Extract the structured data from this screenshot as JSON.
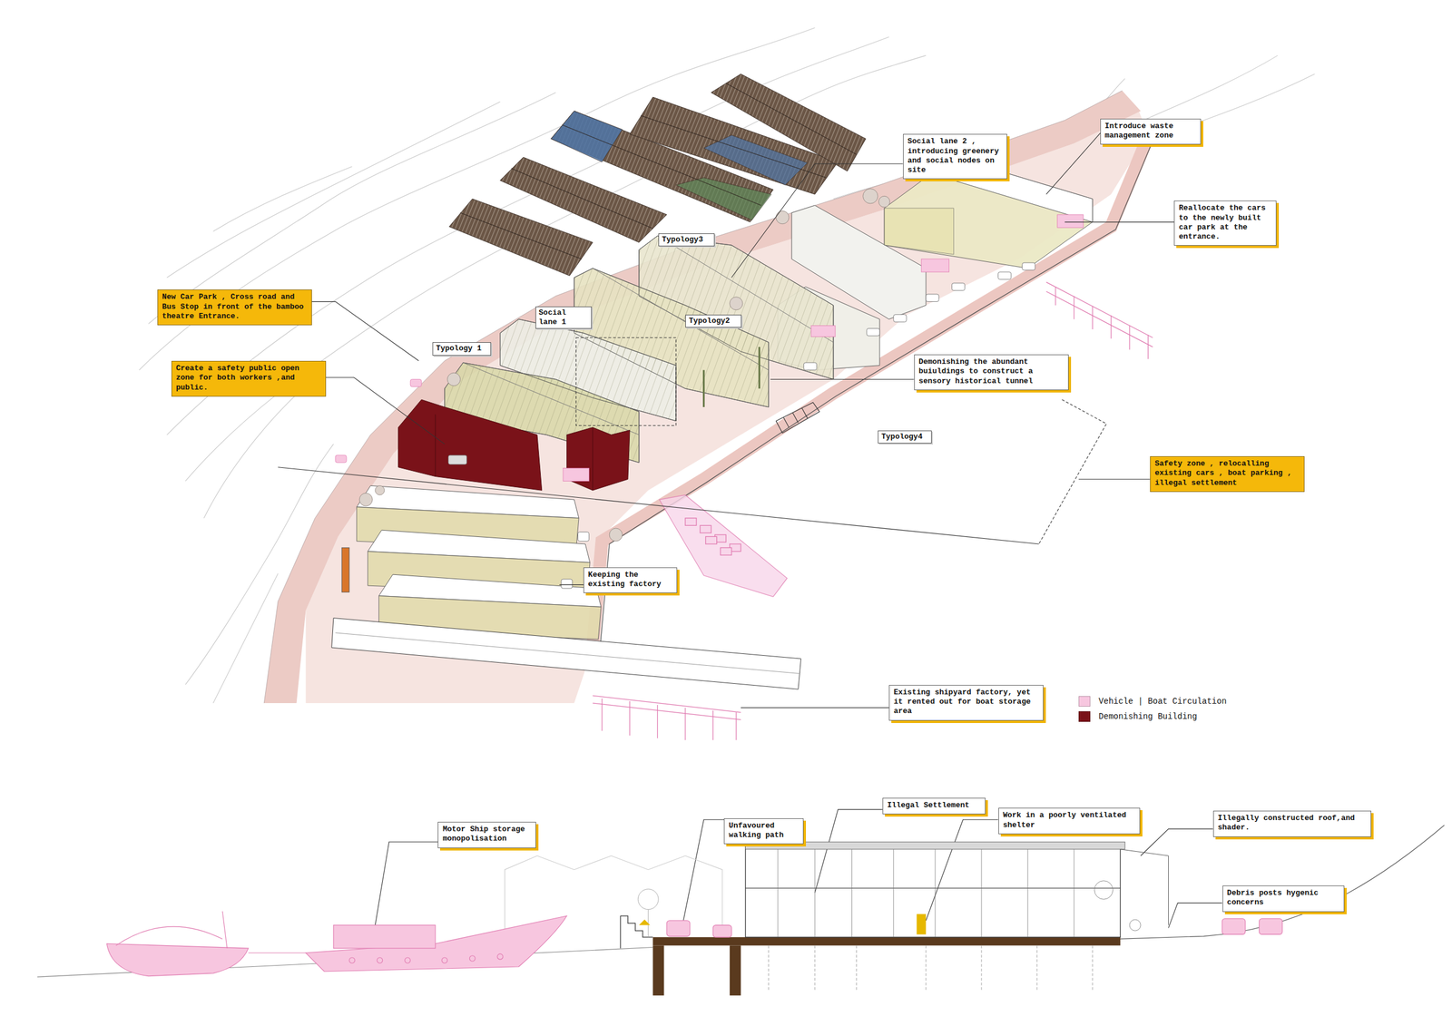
{
  "diagram": {
    "nodes": [
      {
        "text": [
          "Introduce waste management zone"
        ]
      },
      {
        "text": [
          "Social lane 2 , introducing greenery and social nodes on site"
        ]
      },
      {
        "text": [
          "Reallocate the cars to the newly built car park at the entrance."
        ]
      },
      {
        "text": [
          "Typology3"
        ]
      },
      {
        "text": [
          "New Car Park , Cross road and Bus Stop in front of the bamboo theatre Entrance."
        ]
      },
      {
        "text": [
          "Social lane 1"
        ]
      },
      {
        "text": [
          "Typology2"
        ]
      },
      {
        "text": [
          "Typology 1"
        ]
      },
      {
        "text": [
          "Create a safety public open zone for both workers ,and public."
        ]
      },
      {
        "text": [
          "Demonishing the abundant buiuldings to construct a sensory historical tunnel"
        ]
      },
      {
        "text": [
          "Typology4"
        ]
      },
      {
        "text": [
          "Safety zone , relocalling existing cars , boat parking , illegal settlement"
        ]
      },
      {
        "text": [
          "Keeping the existing factory"
        ]
      },
      {
        "text": [
          "Existing shipyard factory, yet it rented out for boat storage area"
        ]
      },
      {
        "text": [
          "Motor Ship storage monopolisation"
        ]
      },
      {
        "text": [
          "Unfavoured walking path"
        ]
      },
      {
        "text": [
          "Illegal Settlement"
        ]
      },
      {
        "text": [
          "Work in a poorly ventilated shelter"
        ]
      },
      {
        "text": [
          "Illegally constructed roof,and shader."
        ]
      },
      {
        "text": [
          "Debris posts hygenic concerns"
        ]
      }
    ],
    "legend": [
      {
        "text": "Vehicle | Boat Circulation",
        "color": "#f7c6df"
      },
      {
        "text": "Demonishing Building",
        "color": "#7a1219"
      }
    ]
  }
}
